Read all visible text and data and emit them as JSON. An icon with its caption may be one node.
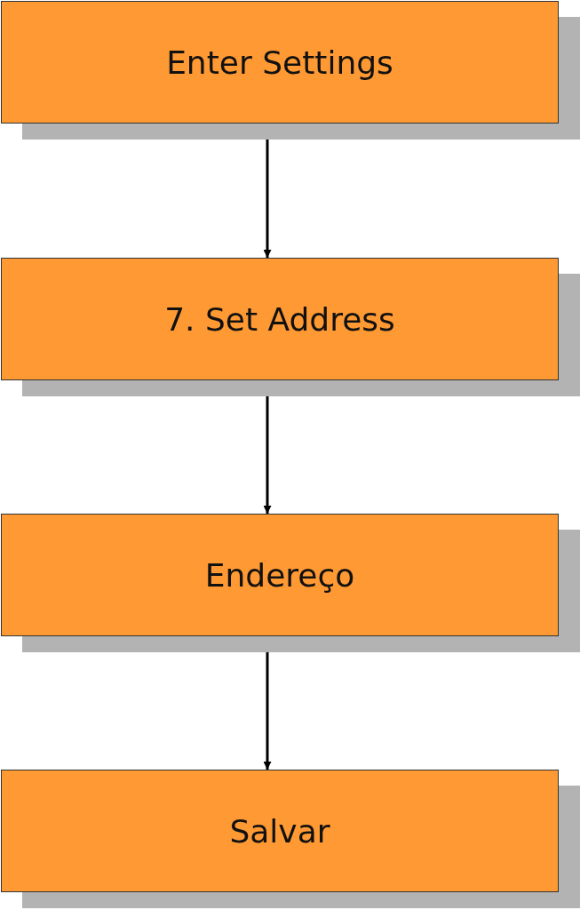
{
  "diagram": {
    "nodes": [
      {
        "text": [
          "Enter Settings"
        ]
      },
      {
        "text": [
          "7. Set Address"
        ]
      },
      {
        "text": [
          "Endereço"
        ]
      },
      {
        "text": [
          "Salvar"
        ]
      }
    ],
    "edges": [
      {
        "from": 0,
        "to": 1,
        "arrow": "to"
      },
      {
        "from": 1,
        "to": 2,
        "arrow": "to"
      },
      {
        "from": 2,
        "to": 3,
        "arrow": "to"
      }
    ]
  }
}
